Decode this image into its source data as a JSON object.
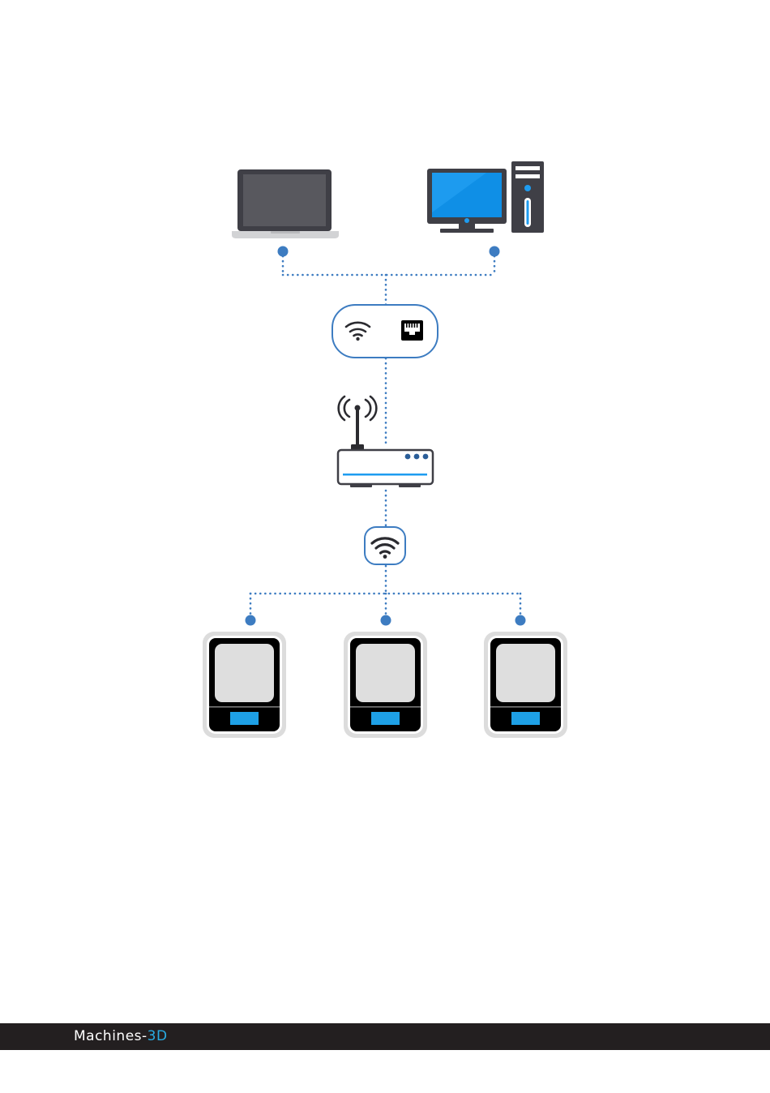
{
  "brand": {
    "name": "Machines-",
    "accent": "3D"
  },
  "colors": {
    "connector": "#3d7cc1",
    "screen_blue": "#0f8fe6",
    "device_dark": "#3f3f46",
    "printer_body": "#000000",
    "printer_window": "#dedede",
    "printer_button": "#1ea0e6",
    "footer_bg": "#231f20",
    "brand_accent": "#29abe2"
  },
  "nodes": [
    {
      "name": "laptop",
      "icon": "laptop-icon"
    },
    {
      "name": "desktop-computer",
      "icon": "desktop-computer-icon"
    },
    {
      "name": "connection-options",
      "icons": [
        "wifi-icon",
        "ethernet-port-icon"
      ]
    },
    {
      "name": "router",
      "icon": "wifi-router-icon"
    },
    {
      "name": "wireless-link",
      "icon": "wifi-icon"
    },
    {
      "name": "3d-printers",
      "icon": "3d-printer-icon",
      "count": 3
    }
  ]
}
